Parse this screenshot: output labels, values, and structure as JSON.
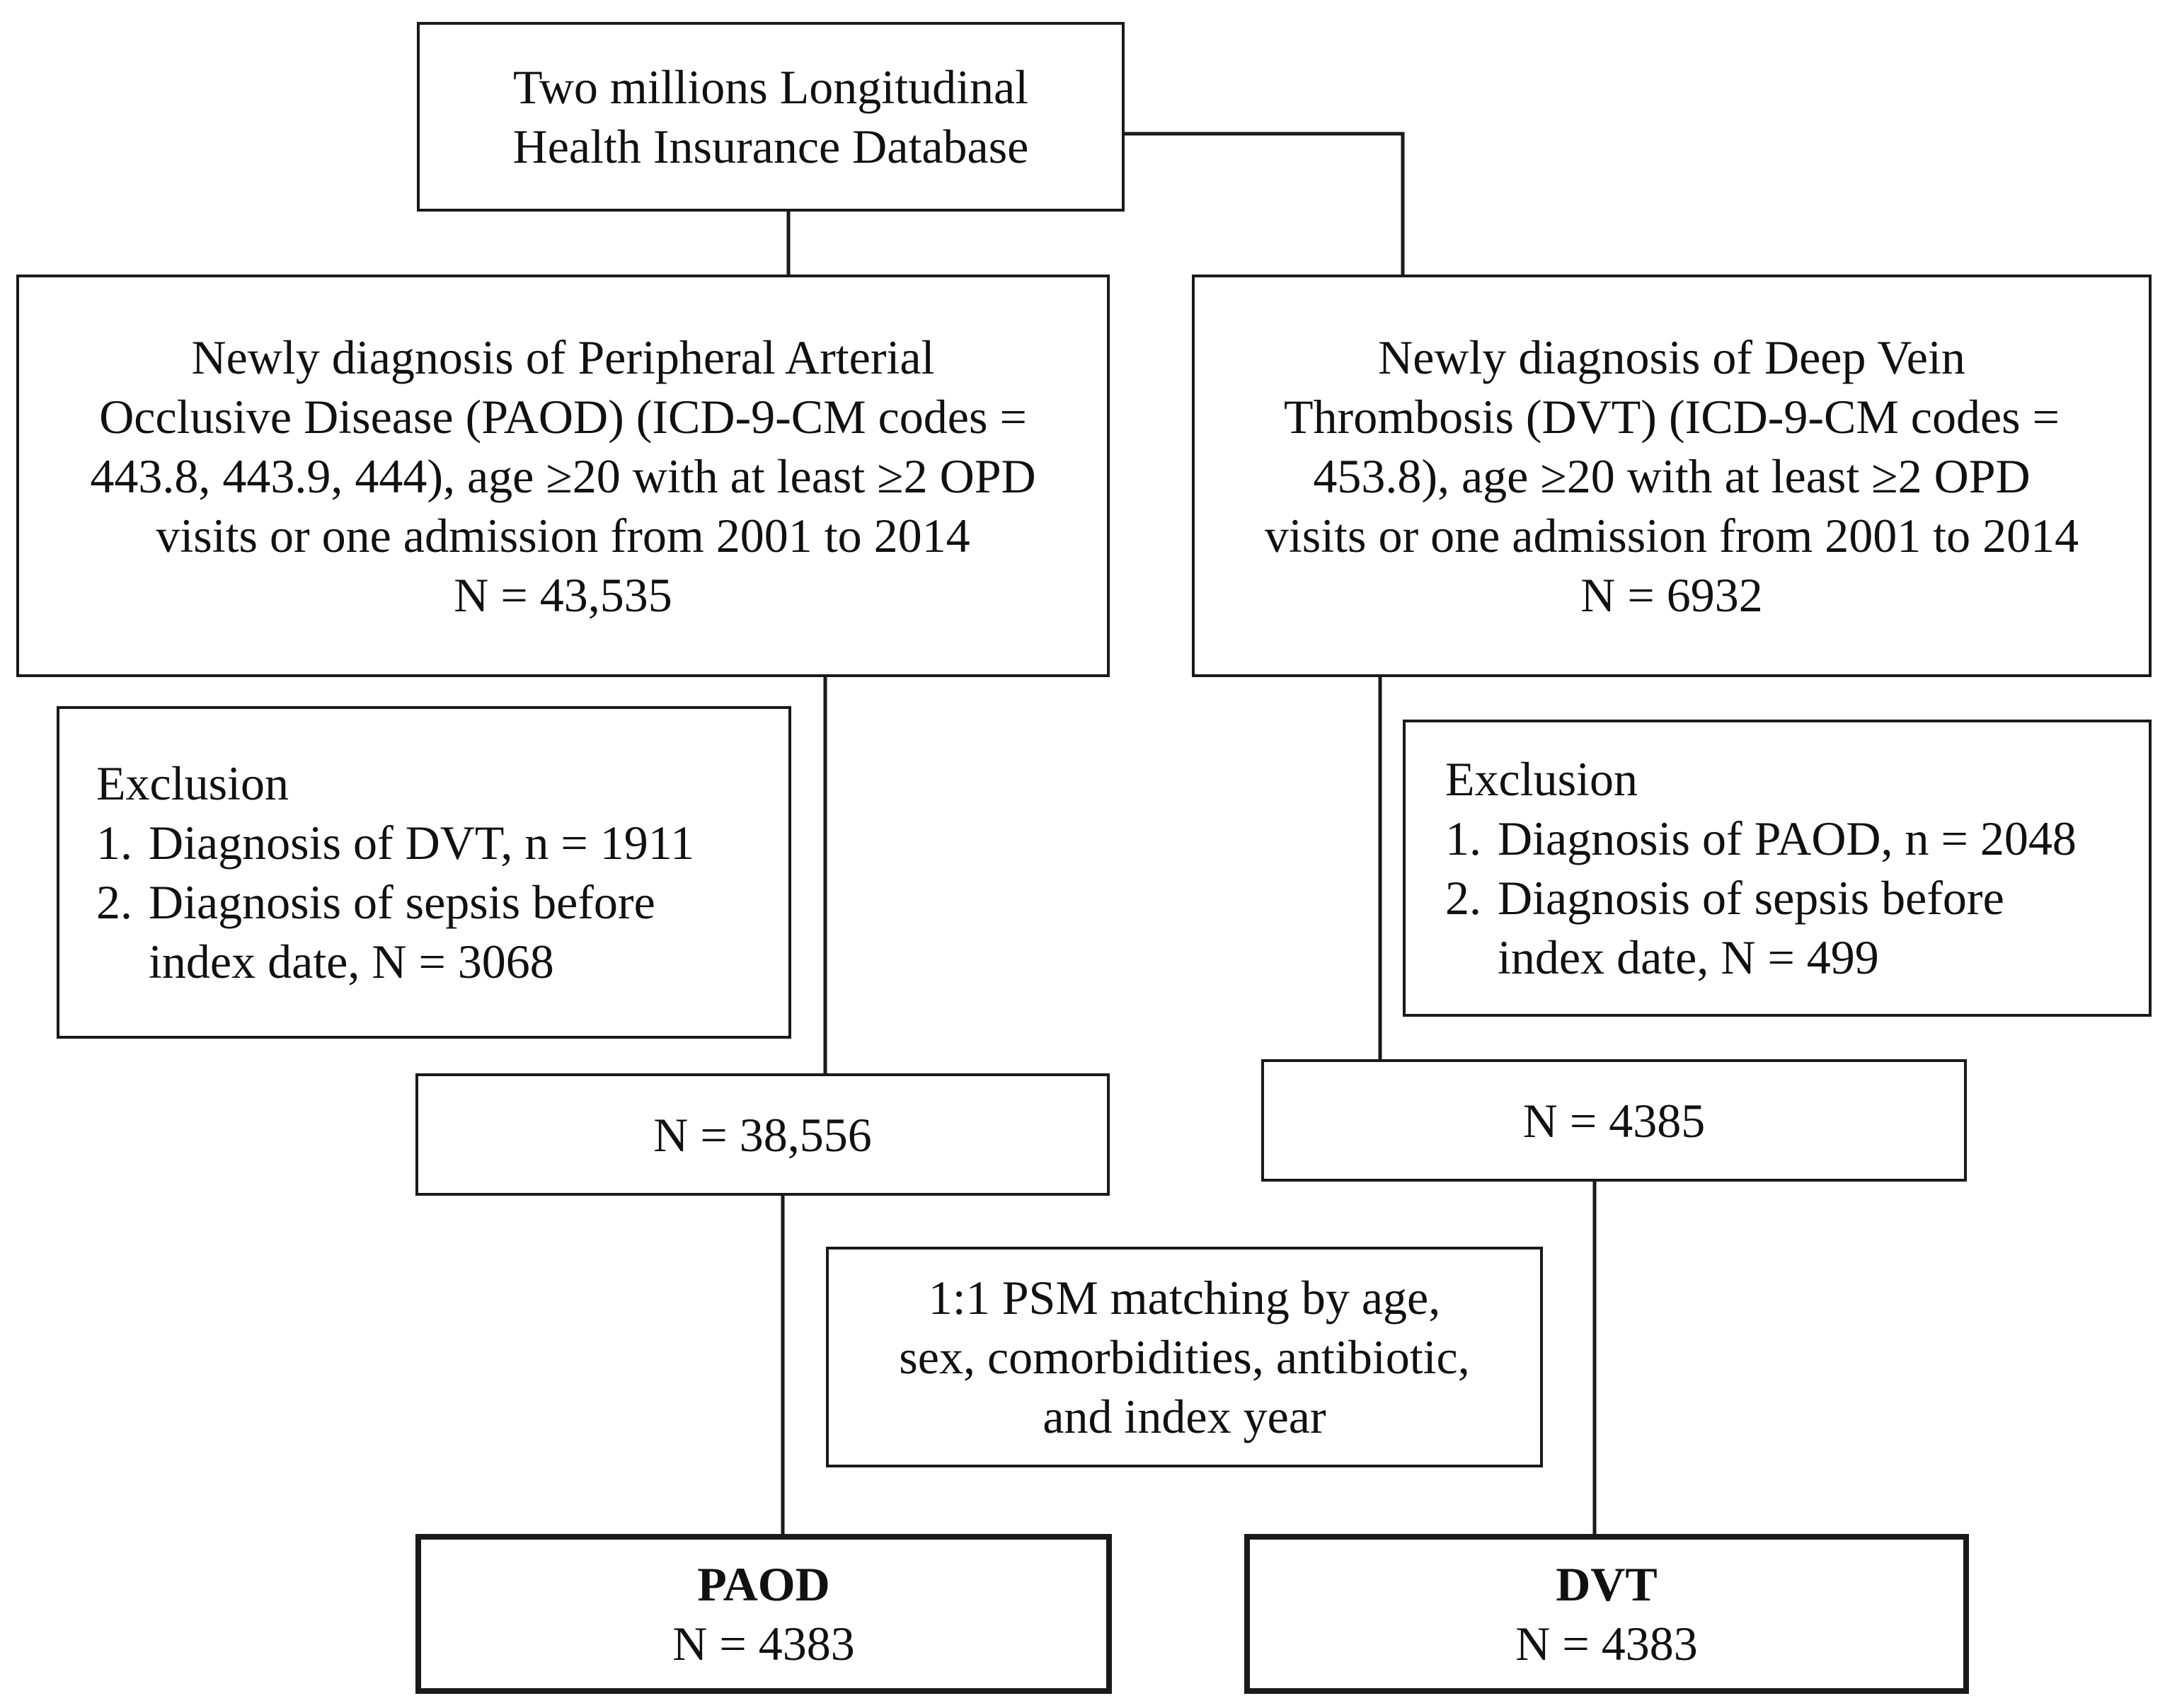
{
  "nodes": {
    "database": {
      "lines": [
        "Two millions Longitudinal",
        "Health Insurance Database"
      ]
    },
    "paod_dx": {
      "lines": [
        "Newly diagnosis of Peripheral Arterial",
        "Occlusive Disease (PAOD) (ICD-9-CM codes =",
        "443.8, 443.9, 444), age ≥20 with at least ≥2 OPD",
        "visits or one admission from 2001 to 2014",
        "N = 43,535"
      ]
    },
    "dvt_dx": {
      "lines": [
        "Newly diagnosis of Deep Vein",
        "Thrombosis (DVT) (ICD-9-CM codes =",
        "453.8), age ≥20 with at least ≥2 OPD",
        "visits or one admission from 2001 to 2014",
        "N = 6932"
      ]
    },
    "paod_exclusion": {
      "title": "Exclusion",
      "item1_num": "1.",
      "item1": "Diagnosis of DVT, n = 1911",
      "item2_num": "2.",
      "item2": "Diagnosis of sepsis before",
      "item2_cont": "index date, N = 3068"
    },
    "dvt_exclusion": {
      "title": "Exclusion",
      "item1_num": "1.",
      "item1": "Diagnosis of PAOD, n = 2048",
      "item2_num": "2.",
      "item2": "Diagnosis of sepsis before",
      "item2_cont": "index date, N = 499"
    },
    "paod_remaining": {
      "text": "N = 38,556"
    },
    "dvt_remaining": {
      "text": "N = 4385"
    },
    "psm": {
      "lines": [
        "1:1 PSM matching by age,",
        "sex, comorbidities, antibiotic,",
        "and index year"
      ]
    },
    "paod_final": {
      "title": "PAOD",
      "n": "N = 4383"
    },
    "dvt_final": {
      "title": "DVT",
      "n": "N = 4383"
    }
  },
  "colors": {
    "line": "#1a1a1a",
    "background": "#ffffff",
    "text": "#111111"
  }
}
